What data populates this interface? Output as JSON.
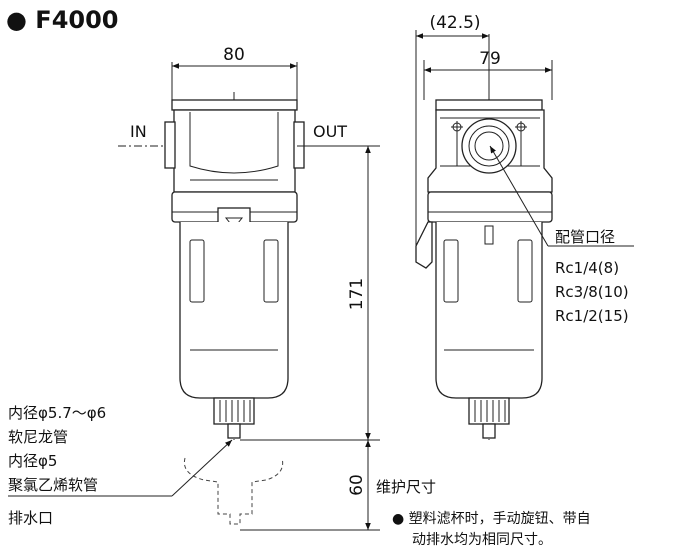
{
  "title": "● F4000",
  "dimensions": {
    "width_front": "80",
    "depth_side": "79",
    "depth_side_total": "(42.5)",
    "height": "171",
    "maintenance": "60"
  },
  "ports": {
    "in": "IN",
    "out": "OUT"
  },
  "port_size": {
    "heading": "配管口径",
    "options": [
      "Rc1/4(8)",
      "Rc3/8(10)",
      "Rc1/2(15)"
    ]
  },
  "drain_labels": {
    "line1": "内径φ5.7～φ6",
    "line2": "软尼龙管",
    "line3": "内径φ5",
    "line4": "聚氯乙烯软管",
    "line5": "排水口"
  },
  "maintenance_label": "维护尺寸",
  "note": {
    "line1": "● 塑料滤杯时，手动旋钮、带自",
    "line2": "动排水均为相同尺寸。"
  }
}
